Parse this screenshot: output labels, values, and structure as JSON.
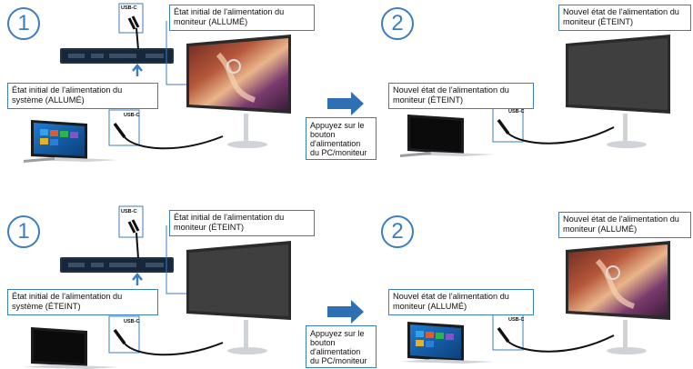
{
  "rows": [
    {
      "step1": "1",
      "step2": "2",
      "monitor_initial": "État initial de l'alimentation du\nmoniteur (ALLUMÉ)",
      "system_initial": "État initial de l'alimentation du\nsystème (ALLUMÉ)",
      "usb_top": "USB-C",
      "usb_laptop": "USB-C",
      "press_text": "Appuyez sur le\nbouton\nd'alimentation\ndu PC/moniteur",
      "system_new": "Nouvel état de l'alimentation du\nmoniteur (ÉTEINT)",
      "monitor_new": "Nouvel état de l'alimentation du\nmoniteur (ÉTEINT)",
      "usb_right": "USB-C"
    },
    {
      "step1": "1",
      "step2": "2",
      "monitor_initial": "État initial de l'alimentation du\nmoniteur (ÉTEINT)",
      "system_initial": "État initial de l'alimentation du\nsystème (ÉTEINT)",
      "usb_top": "USB-C",
      "usb_laptop": "USB-C",
      "press_text": "Appuyez sur le\nbouton\nd'alimentation\ndu PC/moniteur",
      "system_new": "Nouvel état de l'alimentation du\nmoniteur (ALLUMÉ)",
      "monitor_new": "Nouvel état de l'alimentation du\nmoniteur (ALLUMÉ)",
      "usb_right": "USB-C"
    }
  ],
  "colors": {
    "accent": "#3a7ec2",
    "arrow": "#2f6fb4"
  }
}
